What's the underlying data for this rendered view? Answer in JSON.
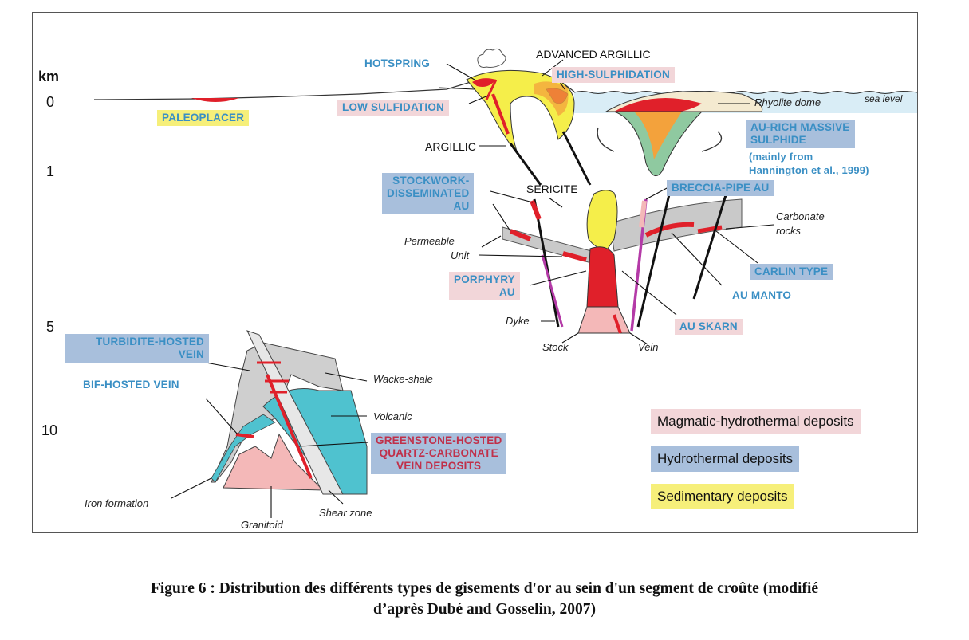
{
  "depth_axis": {
    "unit": "km",
    "ticks": [
      "0",
      "1",
      "5",
      "10"
    ]
  },
  "deposit_labels": {
    "hotspring": "HOTSPRING",
    "advanced_argillic": "ADVANCED ARGILLIC",
    "high_sulphidation": "HIGH-SULPHIDATION",
    "low_sulfidation": "LOW SULFIDATION",
    "paleoplacer": "PALEOPLACER",
    "argillic": "ARGILLIC",
    "rhyolite_dome": "Rhyolite dome",
    "sea_level": "sea level",
    "au_rich_line1": "AU-RICH MASSIVE",
    "au_rich_line2": "SULPHIDE",
    "au_rich_note1": "(mainly from",
    "au_rich_note2": "Hannington et al., 1999)",
    "stockwork_line1": "STOCKWORK-",
    "stockwork_line2": "DISSEMINATED",
    "stockwork_line3": "AU",
    "sericite": "SERICITE",
    "breccia_pipe": "BRECCIA-PIPE AU",
    "carbonate_line1": "Carbonate",
    "carbonate_line2": "rocks",
    "permeable_line1": "Permeable",
    "permeable_line2": "Unit",
    "carlin": "CARLIN TYPE",
    "porphyry_line1": "PORPHYRY",
    "porphyry_line2": "AU",
    "au_manto": "AU MANTO",
    "dyke": "Dyke",
    "stock": "Stock",
    "vein": "Vein",
    "au_skarn": "AU SKARN",
    "turbidite_line1": "TURBIDITE-HOSTED",
    "turbidite_line2": "VEIN",
    "bif": "BIF-HOSTED VEIN",
    "wacke_shale": "Wacke-shale",
    "volcanic": "Volcanic",
    "greenstone_line1": "GREENSTONE-HOSTED",
    "greenstone_line2": "QUARTZ-CARBONATE",
    "greenstone_line3": "VEIN DEPOSITS",
    "iron_formation": "Iron formation",
    "shear_zone": "Shear zone",
    "granitoid": "Granitoid"
  },
  "legend": [
    {
      "label": "Magmatic-hydrothermal deposits",
      "color": "#f2d6d9"
    },
    {
      "label": "Hydrothermal deposits",
      "color": "#a8bfdc"
    },
    {
      "label": "Sedimentary deposits",
      "color": "#f6ef7a"
    }
  ],
  "caption": {
    "line1": "Figure 6 : Distribution des différents types de gisements d'or au sein d'un segment de croûte (modifié",
    "line2": "d’après Dubé and Gosselin, 2007)"
  }
}
